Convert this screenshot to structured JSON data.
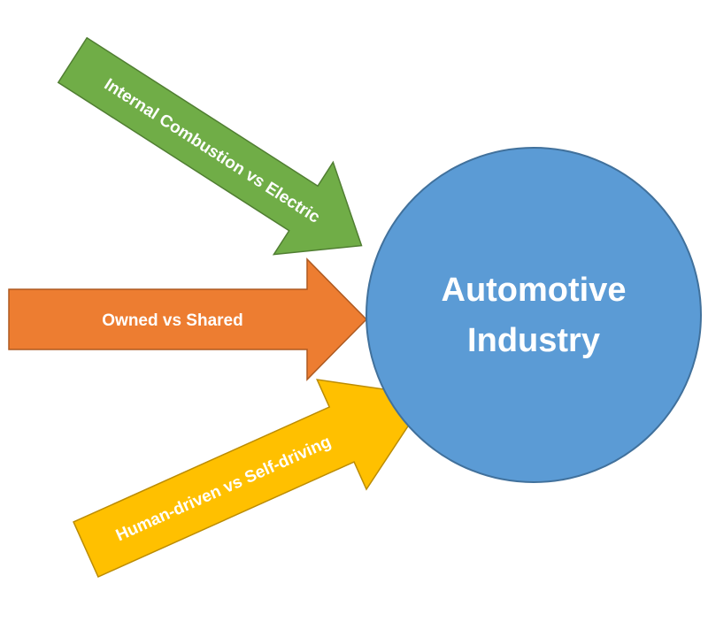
{
  "hub": {
    "line1": "Automotive",
    "line2": "Industry",
    "fill": "#5B9BD5",
    "stroke": "#41719C"
  },
  "arrows": [
    {
      "label": "Internal Combustion vs Electric",
      "fill": "#70AD47",
      "stroke": "#507E32"
    },
    {
      "label": "Owned vs Shared",
      "fill": "#ED7D31",
      "stroke": "#AE5A21"
    },
    {
      "label": "Human-driven vs Self-driving",
      "fill": "#FFC000",
      "stroke": "#BC8C00"
    }
  ]
}
